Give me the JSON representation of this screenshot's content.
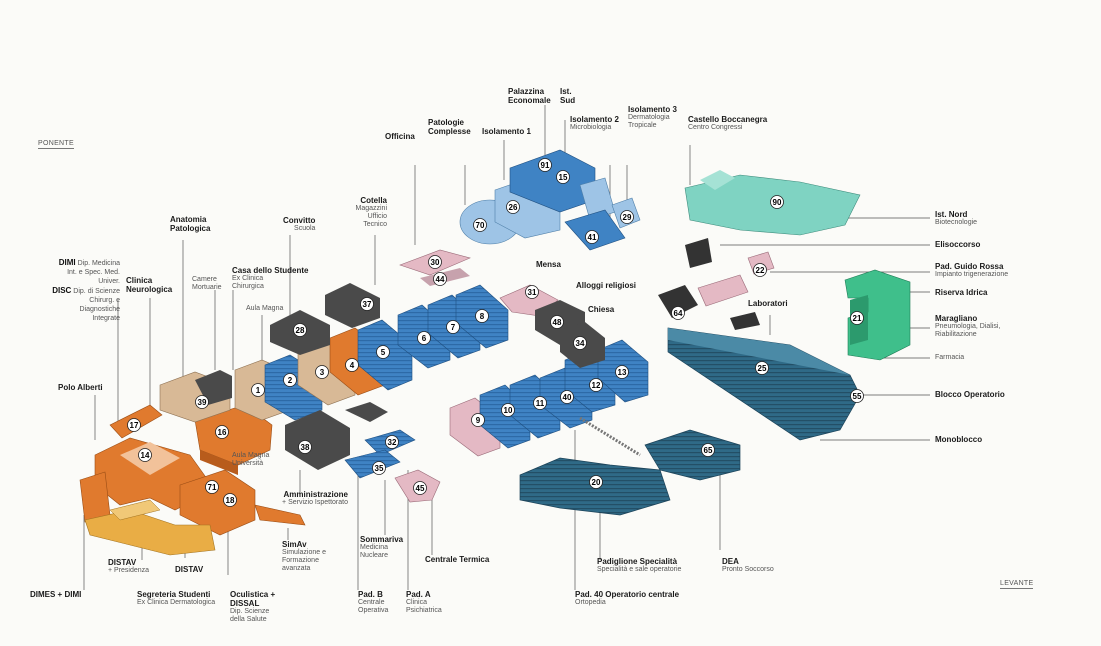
{
  "compass": {
    "west": "PONENTE",
    "east": "LEVANTE"
  },
  "labels": {
    "palazzina": {
      "title": "Palazzina Economale"
    },
    "ist_sud": {
      "title": "Ist. Sud"
    },
    "isolamento1": {
      "title": "Isolamento 1"
    },
    "isolamento2": {
      "title": "Isolamento 2",
      "sub": "Microbiologia"
    },
    "isolamento3": {
      "title": "Isolamento 3",
      "sub": "Dermatologia Tropicale"
    },
    "castello": {
      "title": "Castello Boccanegra",
      "sub": "Centro Congressi"
    },
    "officina": {
      "title": "Officina"
    },
    "patologie": {
      "title": "Patologie Complesse"
    },
    "cotella": {
      "title": "Cotella",
      "sub": "Magazzini Ufficio Tecnico"
    },
    "convitto": {
      "title": "Convitto",
      "sub": "Scuola"
    },
    "anatomia": {
      "title": "Anatomia Patologica"
    },
    "dimi": {
      "title1": "DIMI",
      "sub1": "Dip. Medicina Int. e Spec. Med. Univer.",
      "title2": "DISC",
      "sub2": "Dip. di Scienze Chirurg. e Diagnostiche Integrate"
    },
    "clinica_neuro": {
      "title": "Clinica Neurologica"
    },
    "camere": {
      "sub": "Camere Mortuarie"
    },
    "casa_studente": {
      "title": "Casa dello Studente",
      "sub": "Ex Clinica Chirurgica"
    },
    "aula_magna": {
      "sub": "Aula Magna"
    },
    "polo_alberti": {
      "title": "Polo Alberti"
    },
    "aula_magna_univ": {
      "sub": "Aula Magna Università"
    },
    "amministrazione": {
      "title": "Amministrazione",
      "sub": "+ Servizio Ispettorato"
    },
    "simav": {
      "title": "SimAv",
      "sub": "Simulazione e Formazione avanzata"
    },
    "sommariva": {
      "title": "Sommariva",
      "sub": "Medicina Nucleare"
    },
    "centrale_termica": {
      "title": "Centrale Termica"
    },
    "pad_b": {
      "title": "Pad. B",
      "sub": "Centrale Operativa"
    },
    "pad_a": {
      "title": "Pad. A",
      "sub": "Clinica Psichiatrica"
    },
    "distav1": {
      "title": "DISTAV",
      "sub": "+ Presidenza"
    },
    "distav2": {
      "title": "DISTAV"
    },
    "dimes": {
      "title": "DIMES + DIMI"
    },
    "segreteria": {
      "title": "Segreteria Studenti",
      "sub": "Ex Clinica Dermatologica"
    },
    "oculistica": {
      "title": "Oculistica + DISSAL",
      "sub": "Dip. Scienze della Salute"
    },
    "mensa": {
      "title": "Mensa"
    },
    "alloggi": {
      "title": "Alloggi religiosi"
    },
    "chiesa": {
      "title": "Chiesa"
    },
    "pad_specialita": {
      "title": "Padiglione Specialità",
      "sub": "Specialità e sale operatorie"
    },
    "pad40": {
      "title": "Pad. 40 Operatorio centrale",
      "sub": "Ortopedia"
    },
    "dea": {
      "title": "DEA",
      "sub": "Pronto Soccorso"
    },
    "ist_nord": {
      "title": "Ist. Nord",
      "sub": "Biotecnologie"
    },
    "elisoccorso": {
      "title": "Elisoccorso"
    },
    "guido_rossa": {
      "title": "Pad. Guido Rossa",
      "sub": "Impianto trigenerazione"
    },
    "riserva": {
      "title": "Riserva Idrica"
    },
    "laboratori": {
      "title": "Laboratori"
    },
    "maragliano": {
      "title": "Maragliano",
      "sub": "Pneumologia, Dialisi, Riabilitazione"
    },
    "farmacia": {
      "sub": "Farmacia"
    },
    "blocco": {
      "title": "Blocco Operatorio"
    },
    "monoblocco": {
      "title": "Monoblocco"
    }
  },
  "colors": {
    "orange": "#e07a2e",
    "yellow": "#e9ad45",
    "tan": "#d8b996",
    "blue": "#3f83c4",
    "dark_teal": "#2f6a87",
    "pink": "#e4b9c4",
    "grey": "#4a4a4a",
    "light_blue": "#9ec4e6",
    "mint": "#7fd3c2",
    "green": "#3fbf8b"
  },
  "building_numbers": [
    "1",
    "2",
    "3",
    "4",
    "5",
    "6",
    "7",
    "8",
    "9",
    "10",
    "11",
    "12",
    "13",
    "14",
    "15",
    "16",
    "17",
    "18",
    "20",
    "21",
    "22",
    "25",
    "26",
    "28",
    "29",
    "30",
    "31",
    "32",
    "34",
    "35",
    "37",
    "38",
    "39",
    "40",
    "41",
    "44",
    "45",
    "48",
    "55",
    "64",
    "65",
    "70",
    "71",
    "90",
    "91"
  ]
}
